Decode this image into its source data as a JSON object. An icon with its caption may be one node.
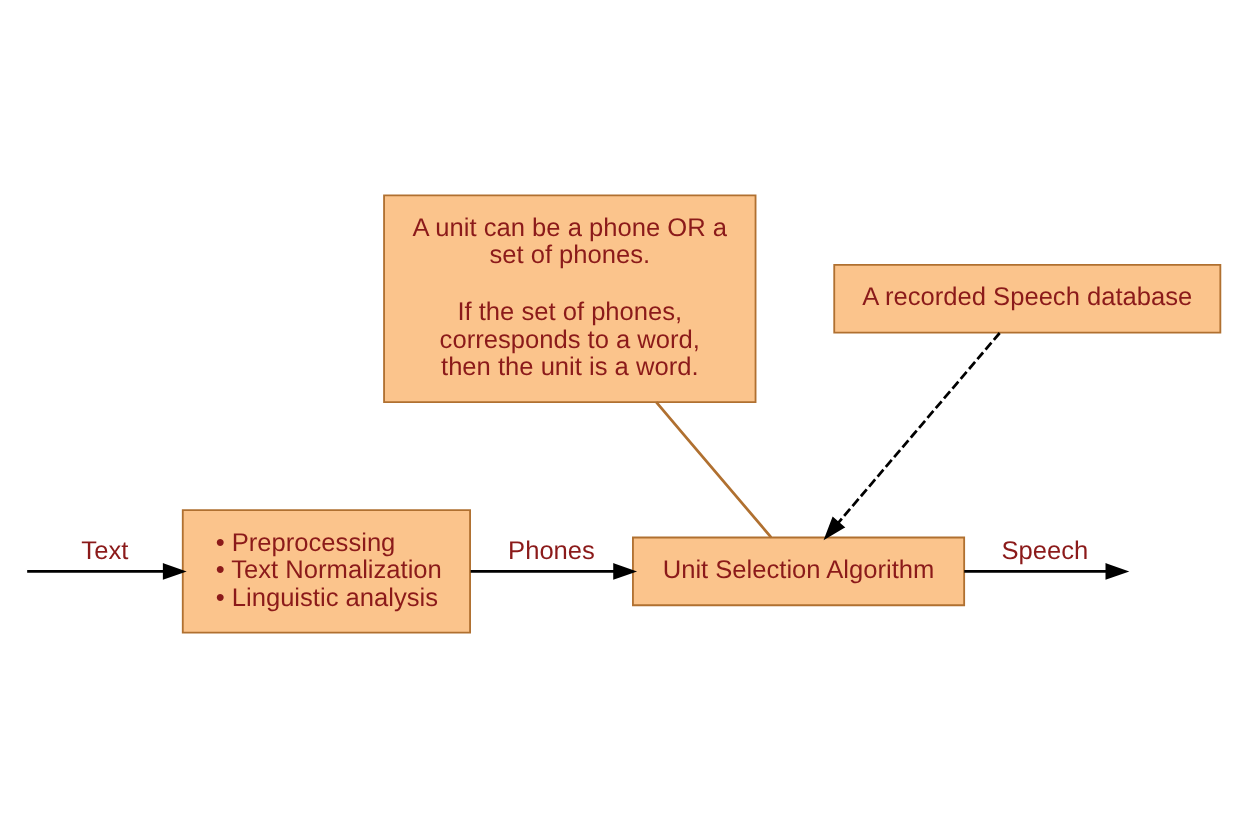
{
  "diagram": {
    "nodes": [
      {
        "text": [
          "A unit can be a phone OR a set of phones.",
          "If the set of phones, corresponds to a word, then the unit is a word."
        ]
      },
      {
        "text": [
          "A recorded Speech database"
        ]
      },
      {
        "text": [
          "• Preprocessing",
          "• Text Normalization",
          "• Linguistic analysis"
        ]
      },
      {
        "text": [
          "Unit Selection Algorithm"
        ]
      }
    ],
    "edges": [
      {
        "from": null,
        "to": 2,
        "arrow": "to",
        "label": "Text"
      },
      {
        "from": 2,
        "to": 3,
        "arrow": "to",
        "label": "Phones"
      },
      {
        "from": 1,
        "to": 3,
        "arrow": "to",
        "style": "dashed"
      },
      {
        "from": 3,
        "to": null,
        "arrow": "to",
        "label": "Speech"
      },
      {
        "from": 0,
        "to": 3,
        "arrow": "none",
        "color": "#b07030"
      }
    ]
  }
}
